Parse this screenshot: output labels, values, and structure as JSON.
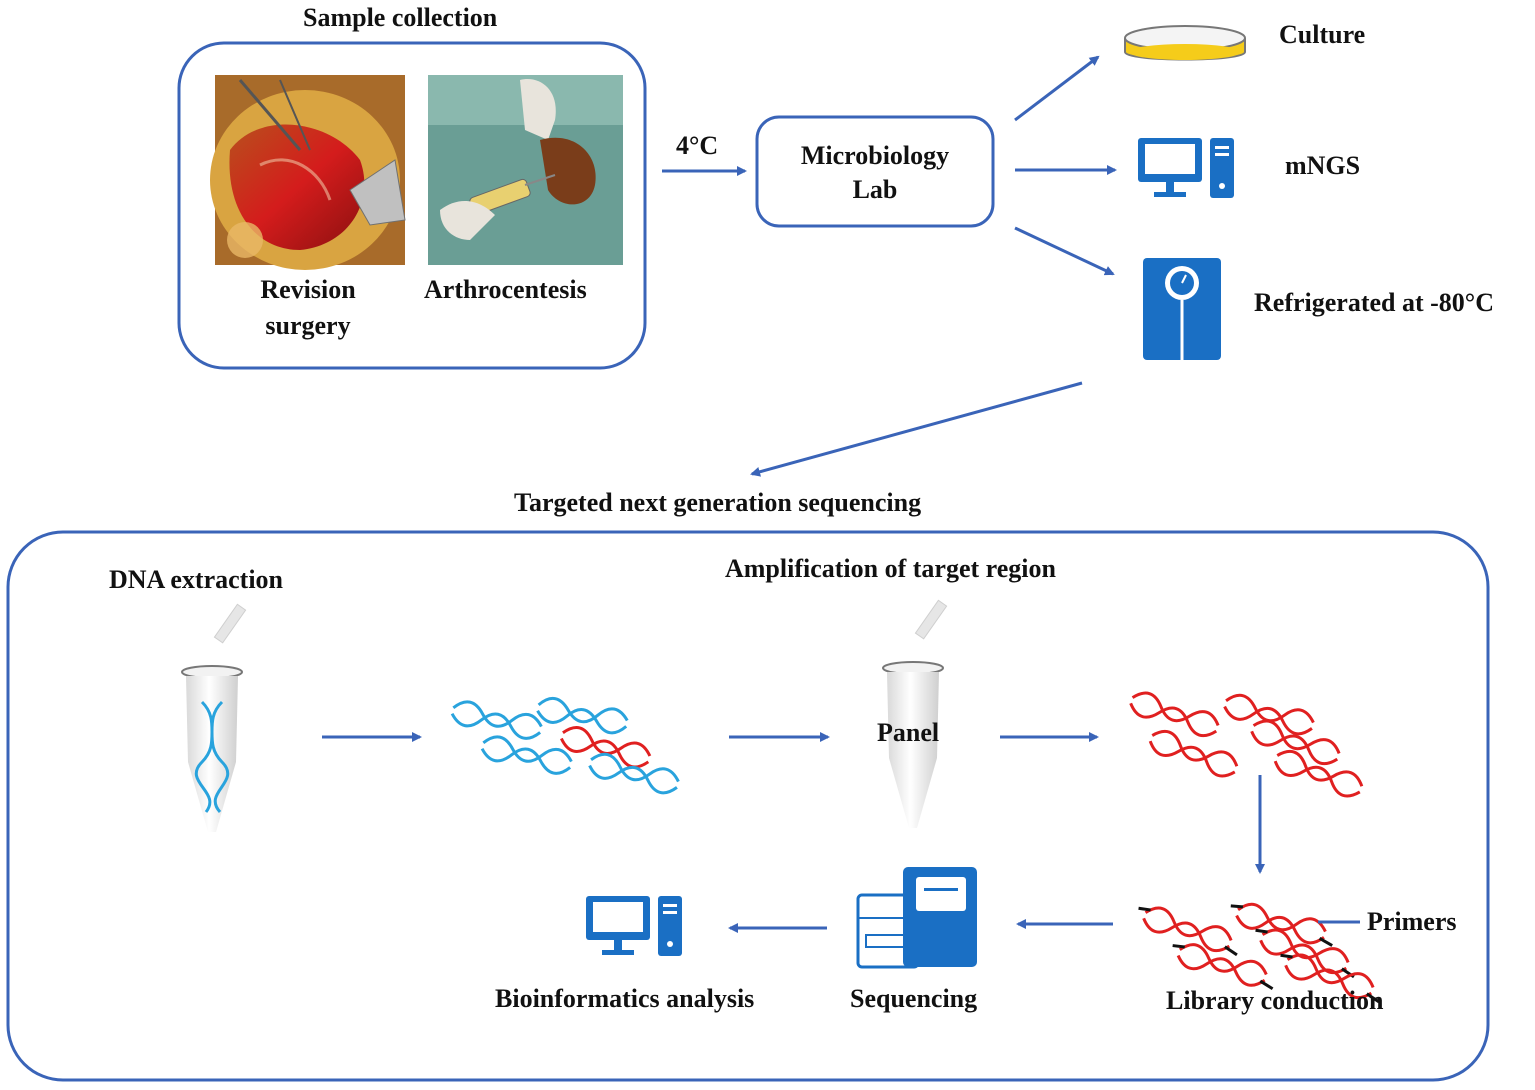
{
  "sample_collection": {
    "title": "Sample collection",
    "revision_label": "Revision\nsurgery",
    "arthrocentesis_label": "Arthrocentesis"
  },
  "transport": {
    "temperature": "4°C"
  },
  "lab": {
    "label": "Microbiology\nLab"
  },
  "outputs": {
    "culture": "Culture",
    "mngs": "mNGS",
    "refrigerated": "Refrigerated at -80°C"
  },
  "tngs": {
    "title": "Targeted next generation sequencing",
    "dna_extraction": "DNA extraction",
    "amplification": "Amplification of target region",
    "panel": "Panel",
    "primers": "Primers",
    "library": "Library conduction",
    "sequencing": "Sequencing",
    "bioinformatics": "Bioinformatics analysis"
  },
  "colors": {
    "arrow": "#3a64b8",
    "box_border": "#3a64b8",
    "icon_blue": "#1a6fc4",
    "dna_blue": "#29a3dd",
    "dna_red": "#e02020",
    "primer_black": "#111111",
    "dish_yellow": "#f5cc1a"
  },
  "icons": [
    "petri-dish-icon",
    "computer-icon",
    "freezer-icon",
    "tube-icon",
    "sequencer-icon",
    "dna-strand-icon"
  ]
}
